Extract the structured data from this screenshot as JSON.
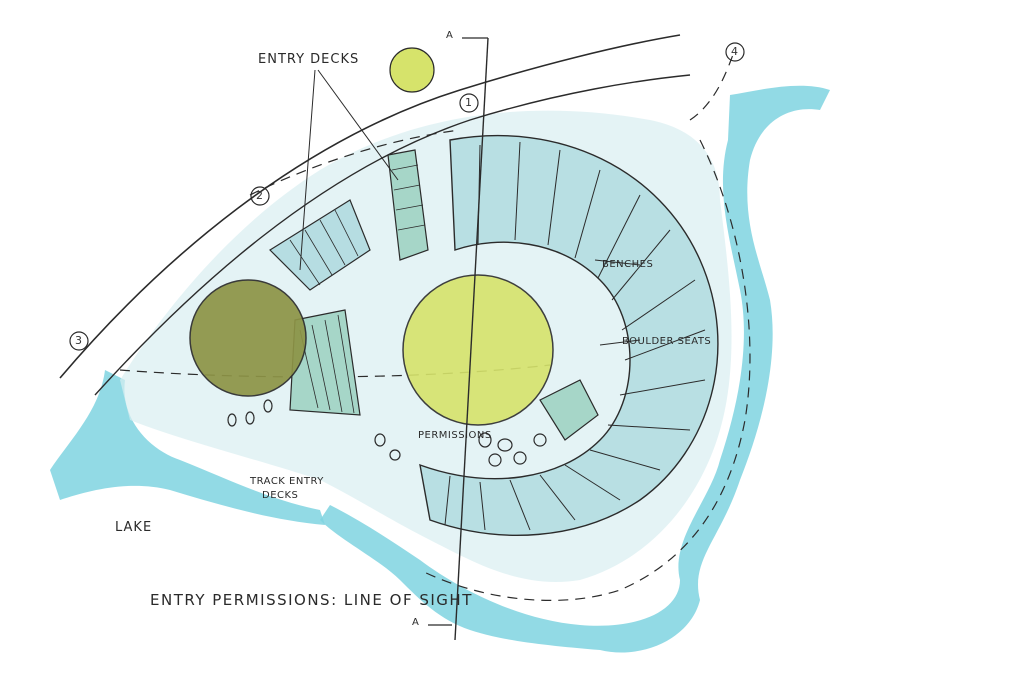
{
  "labels": {
    "entry_decks": "ENTRY DECKS",
    "benches": "BENCHES",
    "boulder_seats": "BOULDER SEATS",
    "track_entry_decks_line1": "TRACK ENTRY",
    "track_entry_decks_line2": "DECKS",
    "lake": "LAKE",
    "title": "ENTRY PERMISSIONS: LINE OF SIGHT",
    "section_top": "A",
    "section_bottom": "A",
    "permissions_note": "PERMISSIONS"
  },
  "markers": [
    "1",
    "2",
    "3",
    "4"
  ],
  "colors": {
    "water": "#7fd3e0",
    "plaza": "#d9eef1",
    "seating": "#b8dfe3",
    "tree_yellow": "#d6e36b",
    "tree_olive": "#8d9446",
    "ink": "#2b2b2b"
  }
}
